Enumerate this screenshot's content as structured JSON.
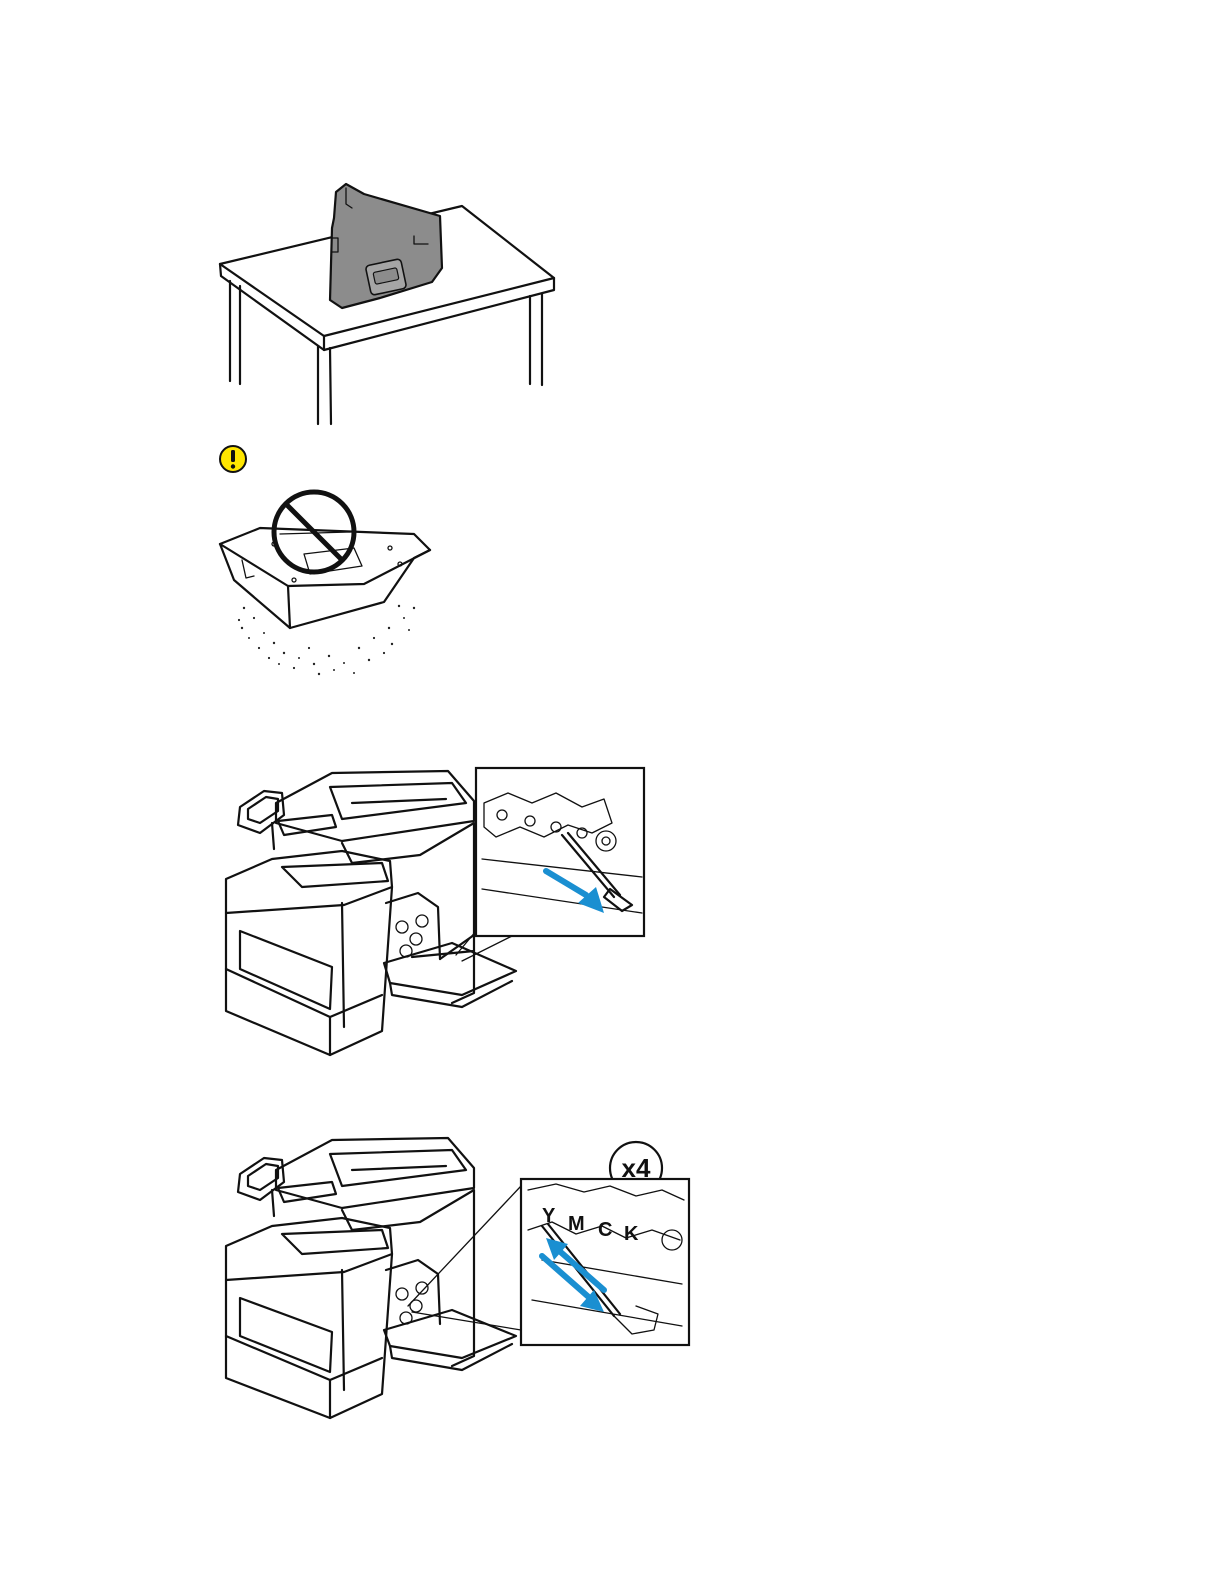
{
  "figures": {
    "table": {
      "icon": "waste-cartridge-on-table"
    },
    "caution": {
      "icon": "caution-exclamation-icon",
      "color": "#ffe600"
    },
    "tray": {
      "icon": "no-tilt-waste-cartridge"
    },
    "printer1": {
      "icon": "printer-cleaning-rod-removal",
      "accent": "#1a8fd1"
    },
    "printer2": {
      "icon": "printer-cleaning-led-windows",
      "accent": "#1a8fd1",
      "repeat_label": "x4",
      "led_labels": [
        "Y",
        "M",
        "C",
        "K"
      ]
    }
  }
}
